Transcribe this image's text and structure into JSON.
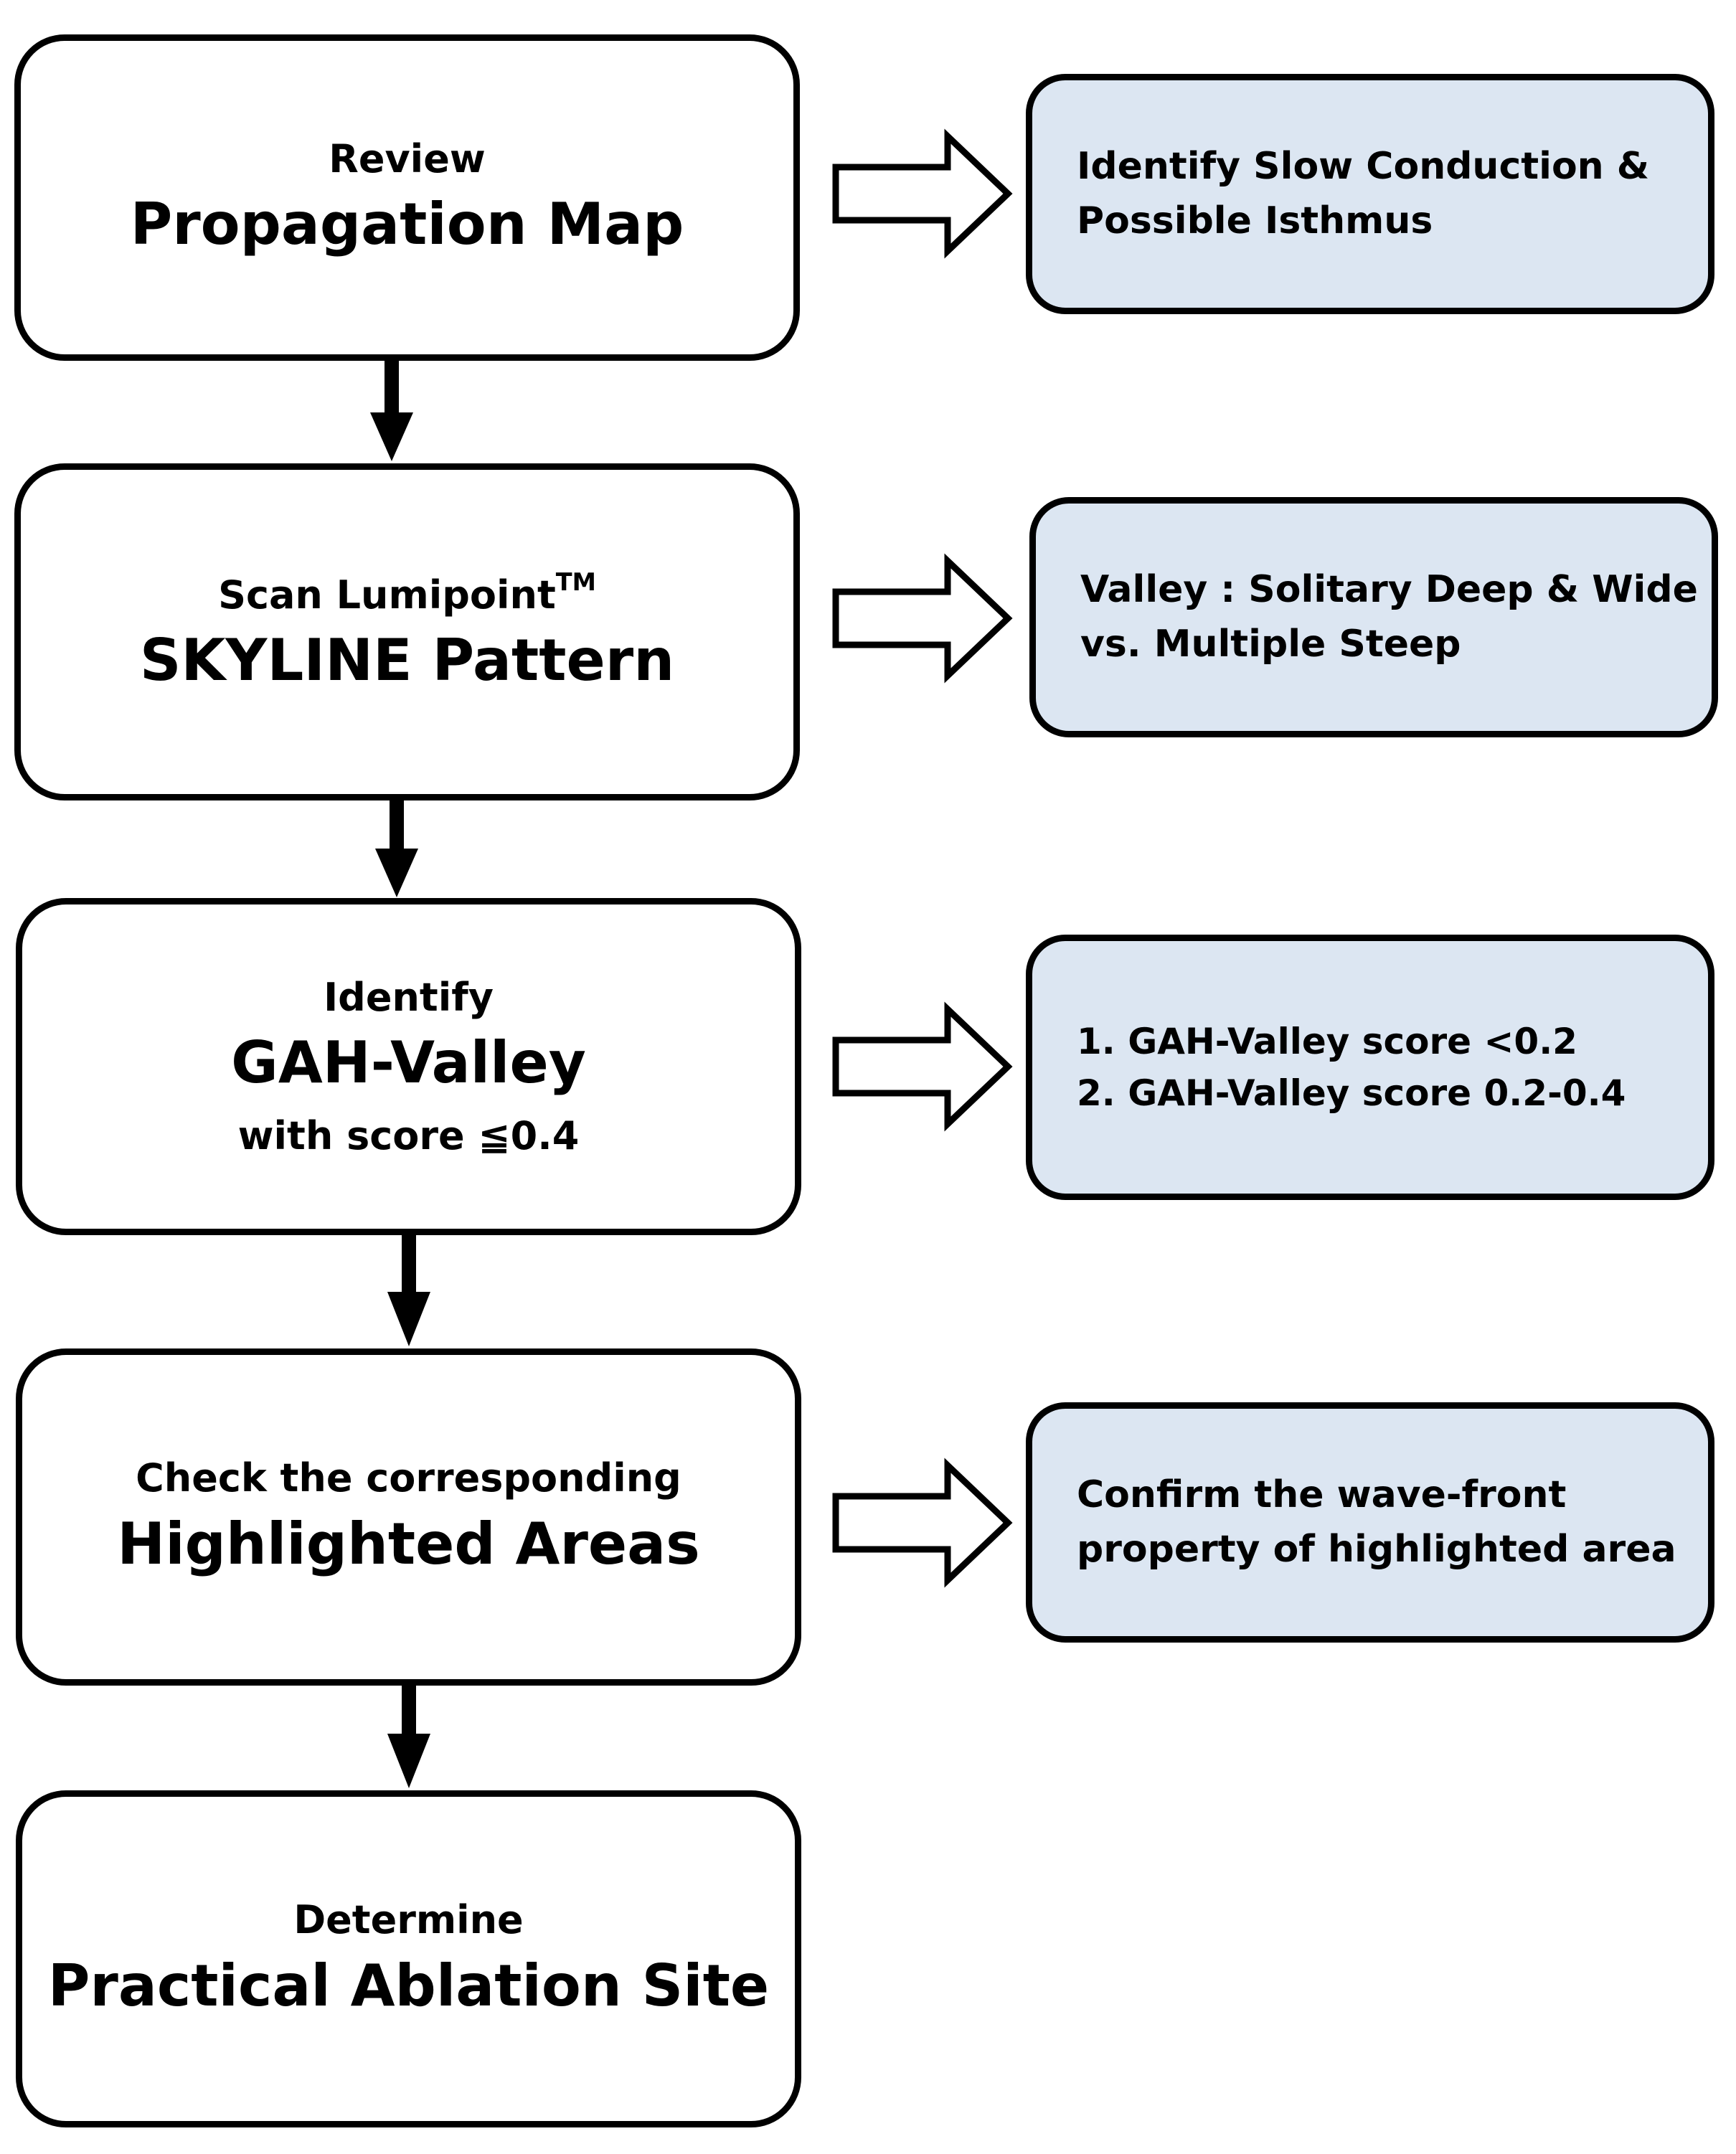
{
  "steps": [
    {
      "top": "Review",
      "main": "Propagation Map"
    },
    {
      "top": "Scan Lumipoint",
      "top_sup": "TM",
      "main": "SKYLINE Pattern"
    },
    {
      "top": "Identify",
      "main": "GAH-Valley",
      "sub": "with score ≦0.4"
    },
    {
      "top": "Check the corresponding",
      "main": "Highlighted Areas"
    },
    {
      "top": "Determine",
      "main": "Practical Ablation Site"
    }
  ],
  "notes": [
    {
      "lines": [
        "Identify Slow Conduction &",
        "Possible Isthmus"
      ]
    },
    {
      "lines": [
        "Valley : Solitary Deep & Wide",
        "vs. Multiple Steep"
      ]
    },
    {
      "lines": [
        "1. GAH-Valley score <0.2",
        "2. GAH-Valley score 0.2-0.4"
      ]
    },
    {
      "lines": [
        "Confirm the wave-front",
        "property of highlighted area"
      ]
    }
  ],
  "colors": {
    "note_fill": "#dce6f2",
    "stroke": "#000000",
    "step_fill": "#ffffff"
  }
}
